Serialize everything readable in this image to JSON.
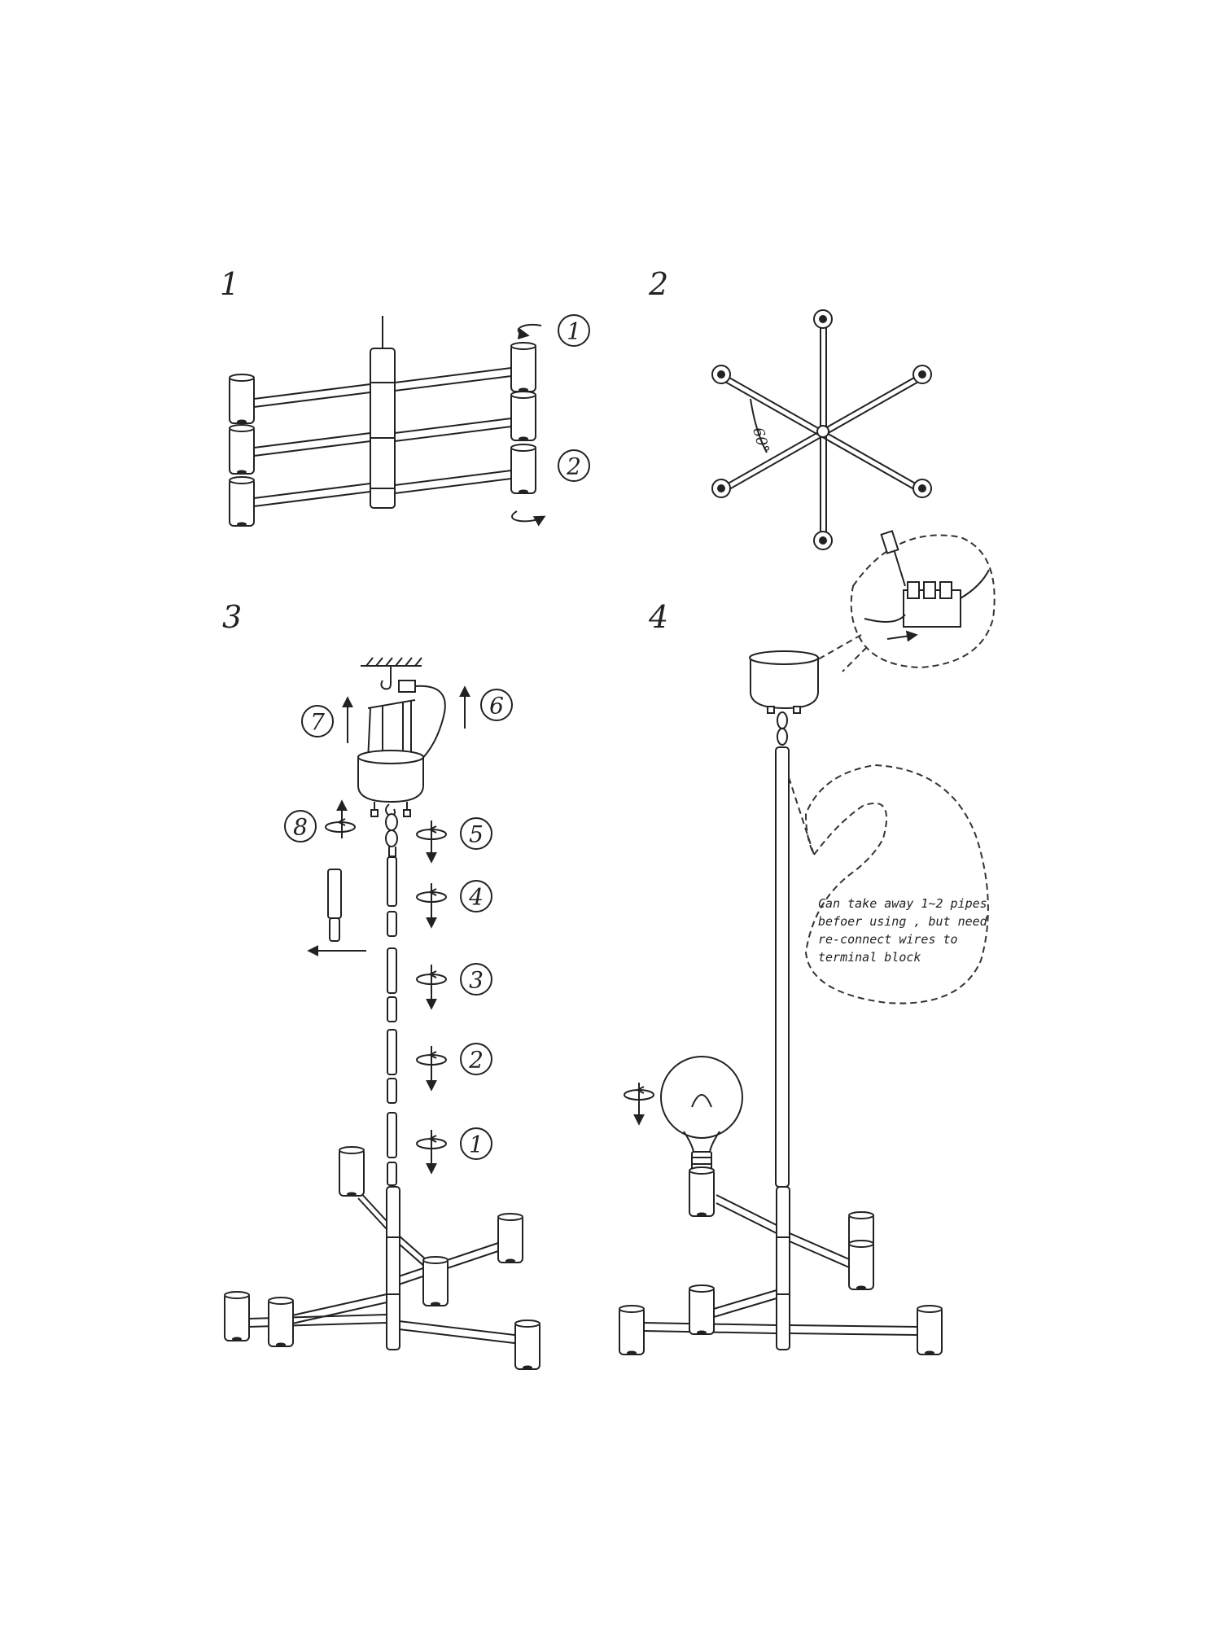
{
  "steps": [
    {
      "number": "1",
      "callouts": [
        "1",
        "2"
      ]
    },
    {
      "number": "2",
      "angle_label": "60°"
    },
    {
      "number": "3",
      "callouts": [
        "7",
        "6",
        "8",
        "5",
        "4",
        "3",
        "2",
        "1"
      ]
    },
    {
      "number": "4",
      "note_lines": [
        "Can take away 1~2 pipes",
        "befoer using , but need",
        "re-connect wires to",
        "terminal block"
      ]
    }
  ],
  "icons": [
    "rotate-arrow-icon",
    "up-arrow-icon",
    "down-arrow-icon",
    "left-arrow-icon",
    "screwdriver-icon",
    "light-bulb-icon",
    "ceiling-hook-icon"
  ]
}
